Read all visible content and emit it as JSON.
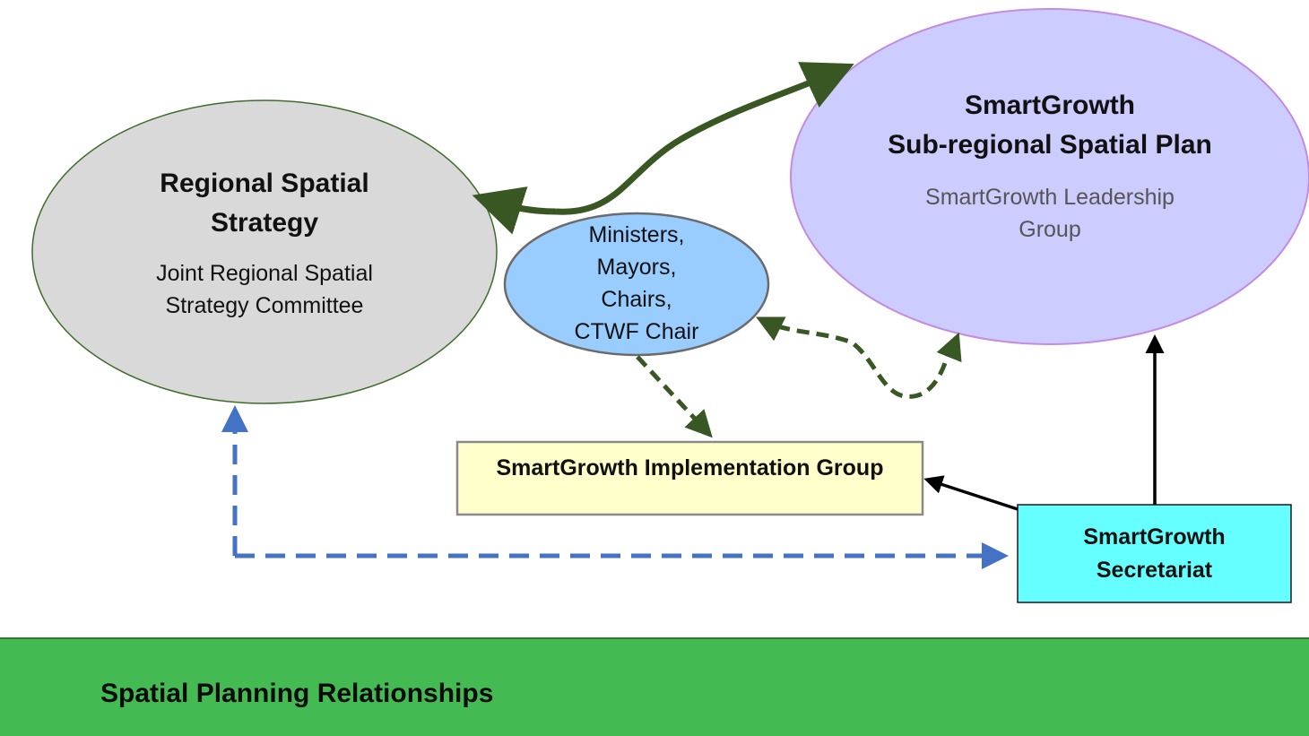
{
  "colors": {
    "rss_fill": "#d9d9d9",
    "rss_stroke": "#3f6b2a",
    "sg_fill": "#ccccff",
    "sg_stroke": "#c58be0",
    "ministers_fill": "#99ccff",
    "ministers_stroke": "#6b6b6b",
    "impl_fill": "#ffffcc",
    "impl_stroke": "#8a8a8a",
    "secretariat_fill": "#66ffff",
    "secretariat_stroke": "#1a1a1a",
    "green_arrow": "#385723",
    "blue_arrow": "#4472c4",
    "black_arrow": "#000000",
    "footer_fill": "#43bb52",
    "sub_text_gray": "#555555"
  },
  "nodes": {
    "regional": {
      "title": "Regional Spatial\nStrategy",
      "subtitle": "Joint Regional Spatial\nStrategy Committee"
    },
    "smartgrowth_plan": {
      "title": "SmartGrowth\nSub-regional Spatial Plan",
      "subtitle": "SmartGrowth Leadership\nGroup"
    },
    "ministers": {
      "label": "Ministers,\nMayors,\nChairs,\nCTWF Chair"
    },
    "implementation": {
      "label": "SmartGrowth Implementation Group"
    },
    "secretariat": {
      "label": "SmartGrowth\nSecretariat"
    }
  },
  "footer": {
    "title": "Spatial Planning Relationships"
  }
}
